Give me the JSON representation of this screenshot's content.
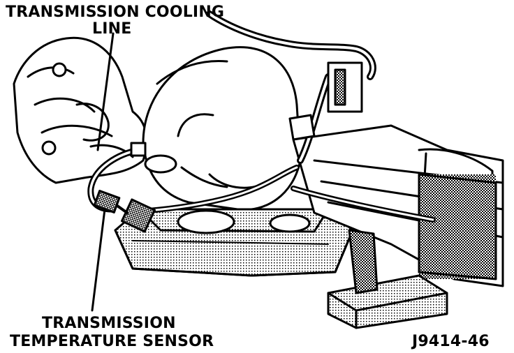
{
  "labels": {
    "cooling_line_1": "TRANSMISSION COOLING",
    "cooling_line_2": "LINE",
    "sensor_line_1": "TRANSMISSION",
    "sensor_line_2": "TEMPERATURE SENSOR",
    "figure_id": "J9414-46"
  },
  "colors": {
    "ink": "#000000",
    "paper": "#ffffff",
    "shade": "#9a9a9a"
  }
}
